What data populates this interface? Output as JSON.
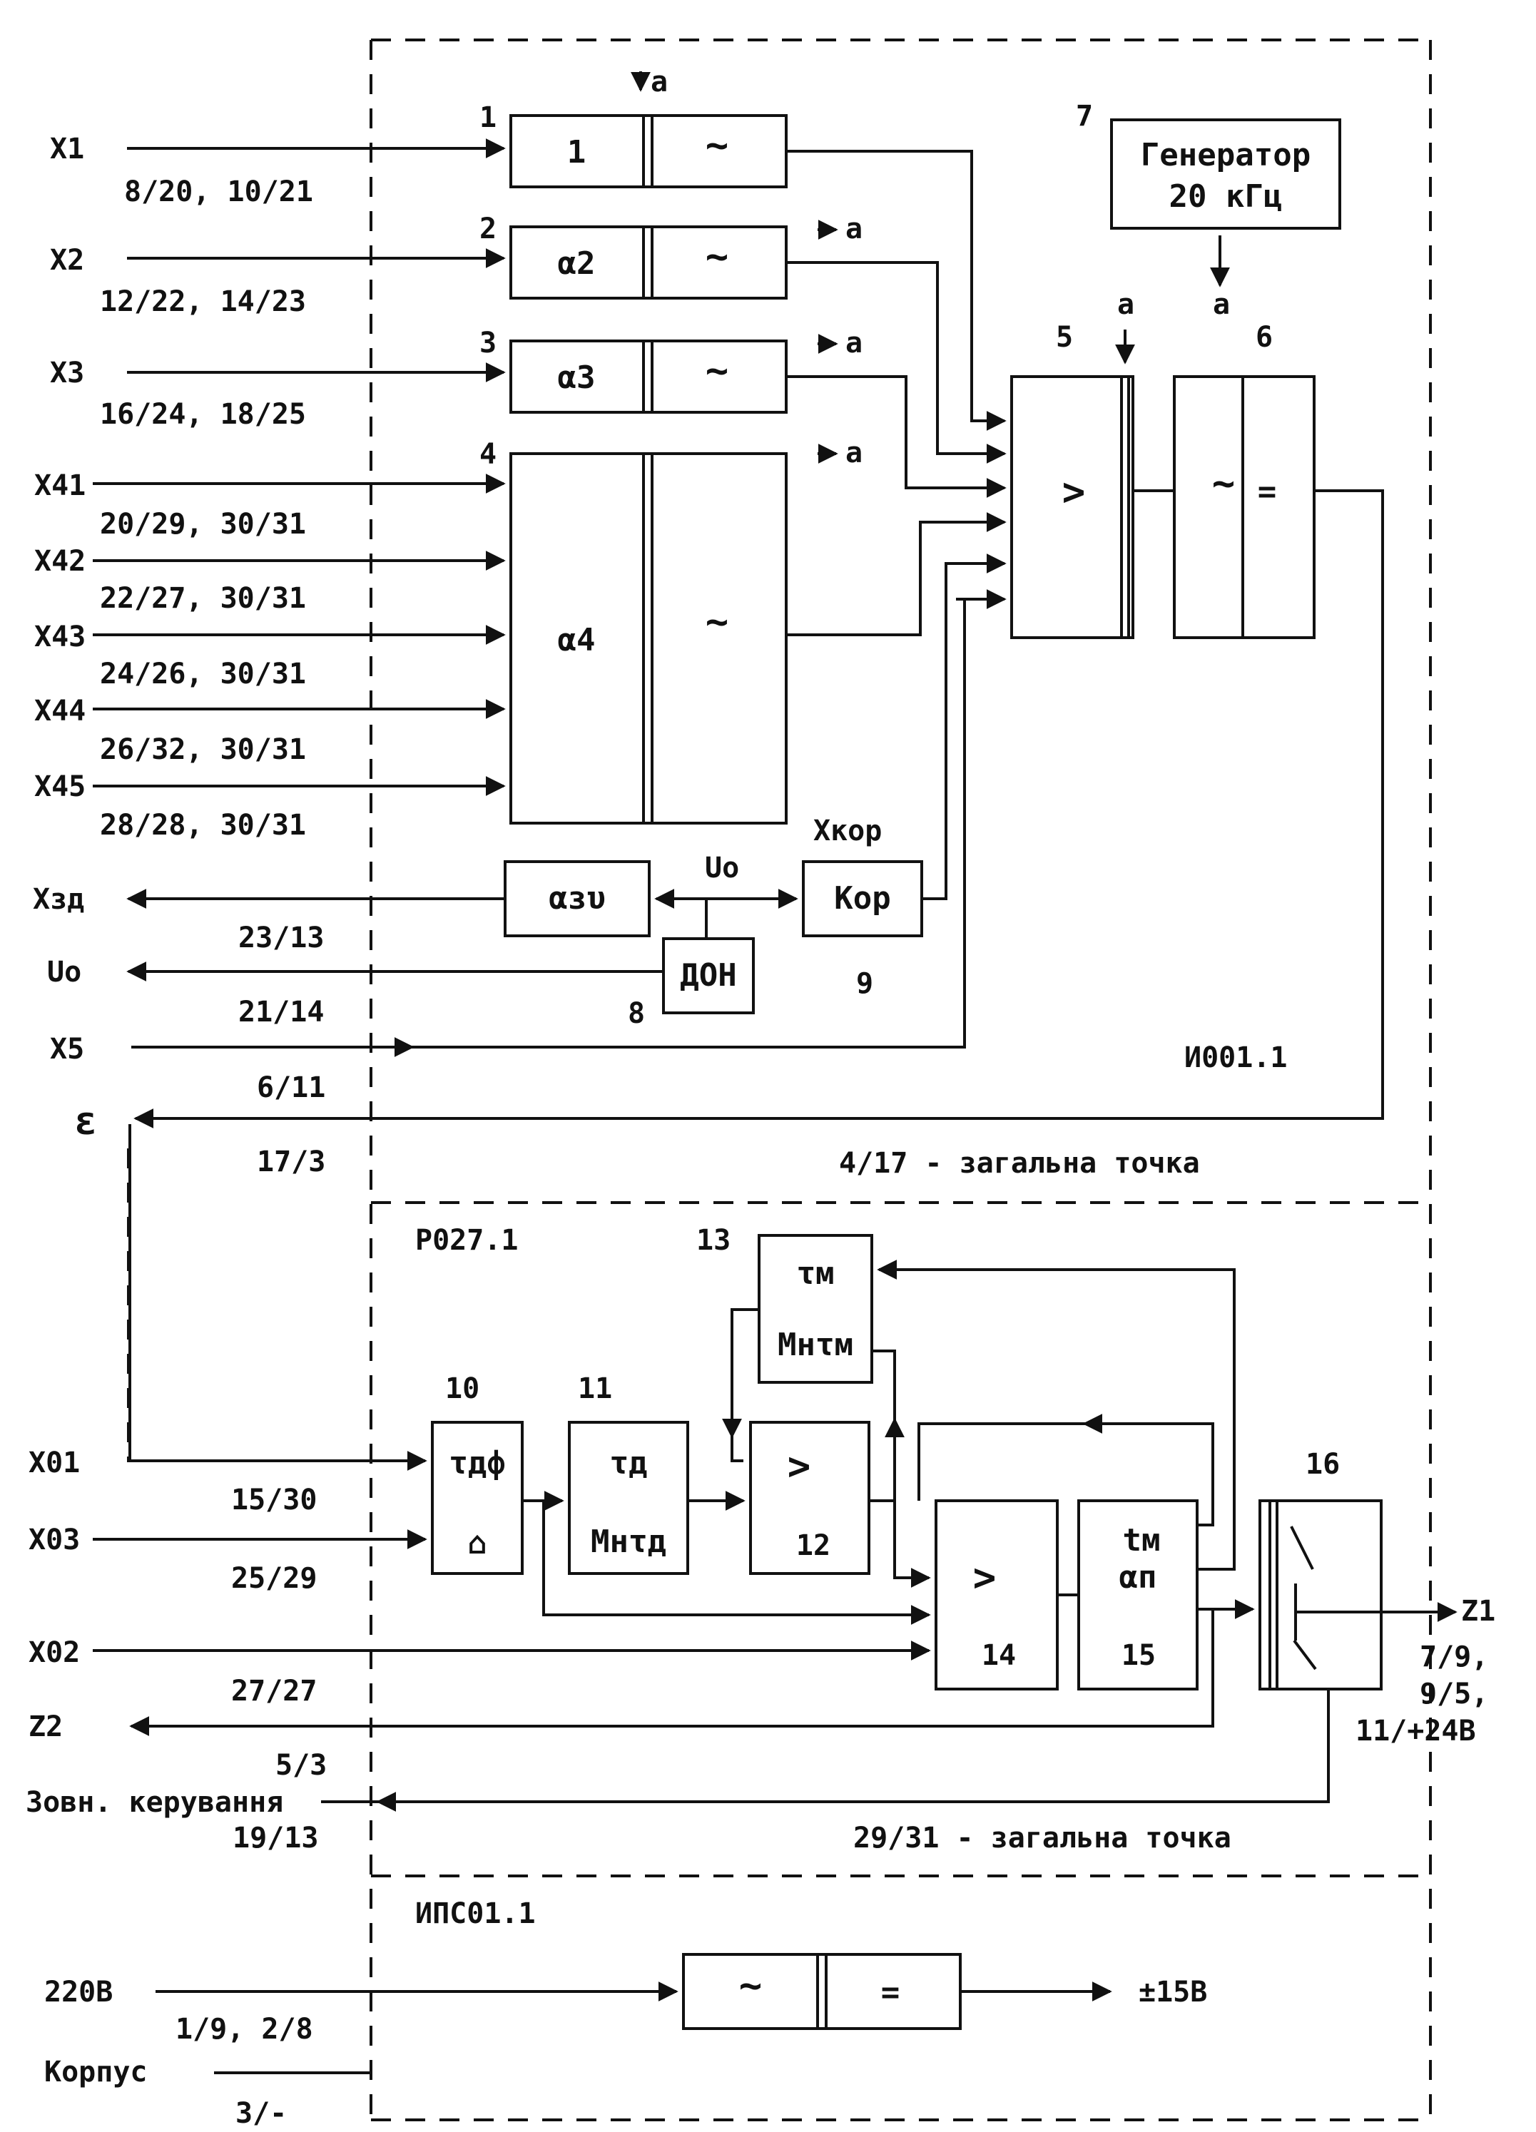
{
  "modules": {
    "upper": "И001.1",
    "middle": "Р027.1",
    "lower": "ИПС01.1"
  },
  "inputs": {
    "x1": "X1",
    "x1_pins": "8/20, 10/21",
    "x2": "X2",
    "x2_pins": "12/22, 14/23",
    "x3": "X3",
    "x3_pins": "16/24, 18/25",
    "x41": "X41",
    "x41_pins": "20/29, 30/31",
    "x42": "X42",
    "x42_pins": "22/27, 30/31",
    "x43": "X43",
    "x43_pins": "24/26, 30/31",
    "x44": "X44",
    "x44_pins": "26/32, 30/31",
    "x45": "X45",
    "x45_pins": "28/28, 30/31",
    "xzd": "Xзд",
    "xzd_pins": "23/13",
    "uo": "Uo",
    "uo_pins": "21/14",
    "x5": "X5",
    "x5_pins": "6/11",
    "eps": "ε",
    "eps_pins": "17/3",
    "common_upper": "4/17 - загальна точка",
    "x01": "X01",
    "x01_pins": "15/30",
    "x03": "X03",
    "x03_pins": "25/29",
    "x02": "X02",
    "x02_pins": "27/27",
    "z2": "Z2",
    "z2_pins": "5/3",
    "ext": "Зовн. керування",
    "ext_pins": "19/13",
    "common_middle": "29/31 - загальна точка",
    "z1": "Z1",
    "z1_pins_1": "7/9,",
    "z1_pins_2": "9/5,",
    "z1_pins_3": "11/+24B",
    "v220": "220B",
    "v220_pins": "1/9, 2/8",
    "case": "Корпус",
    "case_pins": "3/-",
    "out15": "±15B"
  },
  "blocks": {
    "n1": "1",
    "b1": "1",
    "wave": "~",
    "n2": "2",
    "b2": "α2",
    "n3": "3",
    "b3": "α3",
    "n4": "4",
    "b4": "α4",
    "a_mark": "a",
    "n5": "5",
    "b5": ">",
    "n6": "6",
    "b6_left": "~",
    "b6_right": "=",
    "n7": "7",
    "gen1": "Генератор",
    "gen2": "20 кГц",
    "b_azu": "αзυ",
    "uo_node": "Uo",
    "xkor": "Xкор",
    "b_kor": "Кор",
    "n9": "9",
    "b_don": "ДОН",
    "n8": "8",
    "n10": "10",
    "b10_top": "τдф",
    "b10_bot": "⌂",
    "n11": "11",
    "b11_top": "τд",
    "b11_bot": "Мнτд",
    "n12": "12",
    "b12_top": ">",
    "n13": "13",
    "b13_top": "τм",
    "b13_bot": "Мнτм",
    "n14": "14",
    "b14_top": ">",
    "n15": "15",
    "b15_top": "tм",
    "b15_mid": "αп",
    "n16": "16",
    "wave_p": "~",
    "eq_p": "="
  }
}
